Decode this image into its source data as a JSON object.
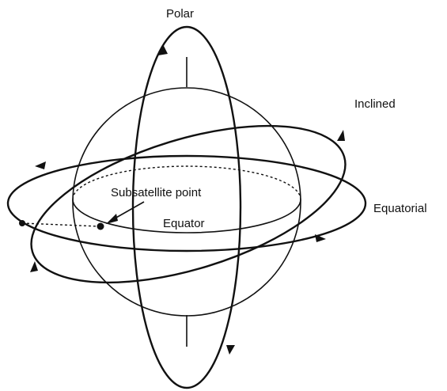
{
  "labels": {
    "polar": "Polar",
    "inclined": "Inclined",
    "equatorial": "Equatorial",
    "subsatellite": "Subsatellite point",
    "equator": "Equator"
  },
  "colors": {
    "ink": "#111111",
    "background": "#ffffff"
  }
}
